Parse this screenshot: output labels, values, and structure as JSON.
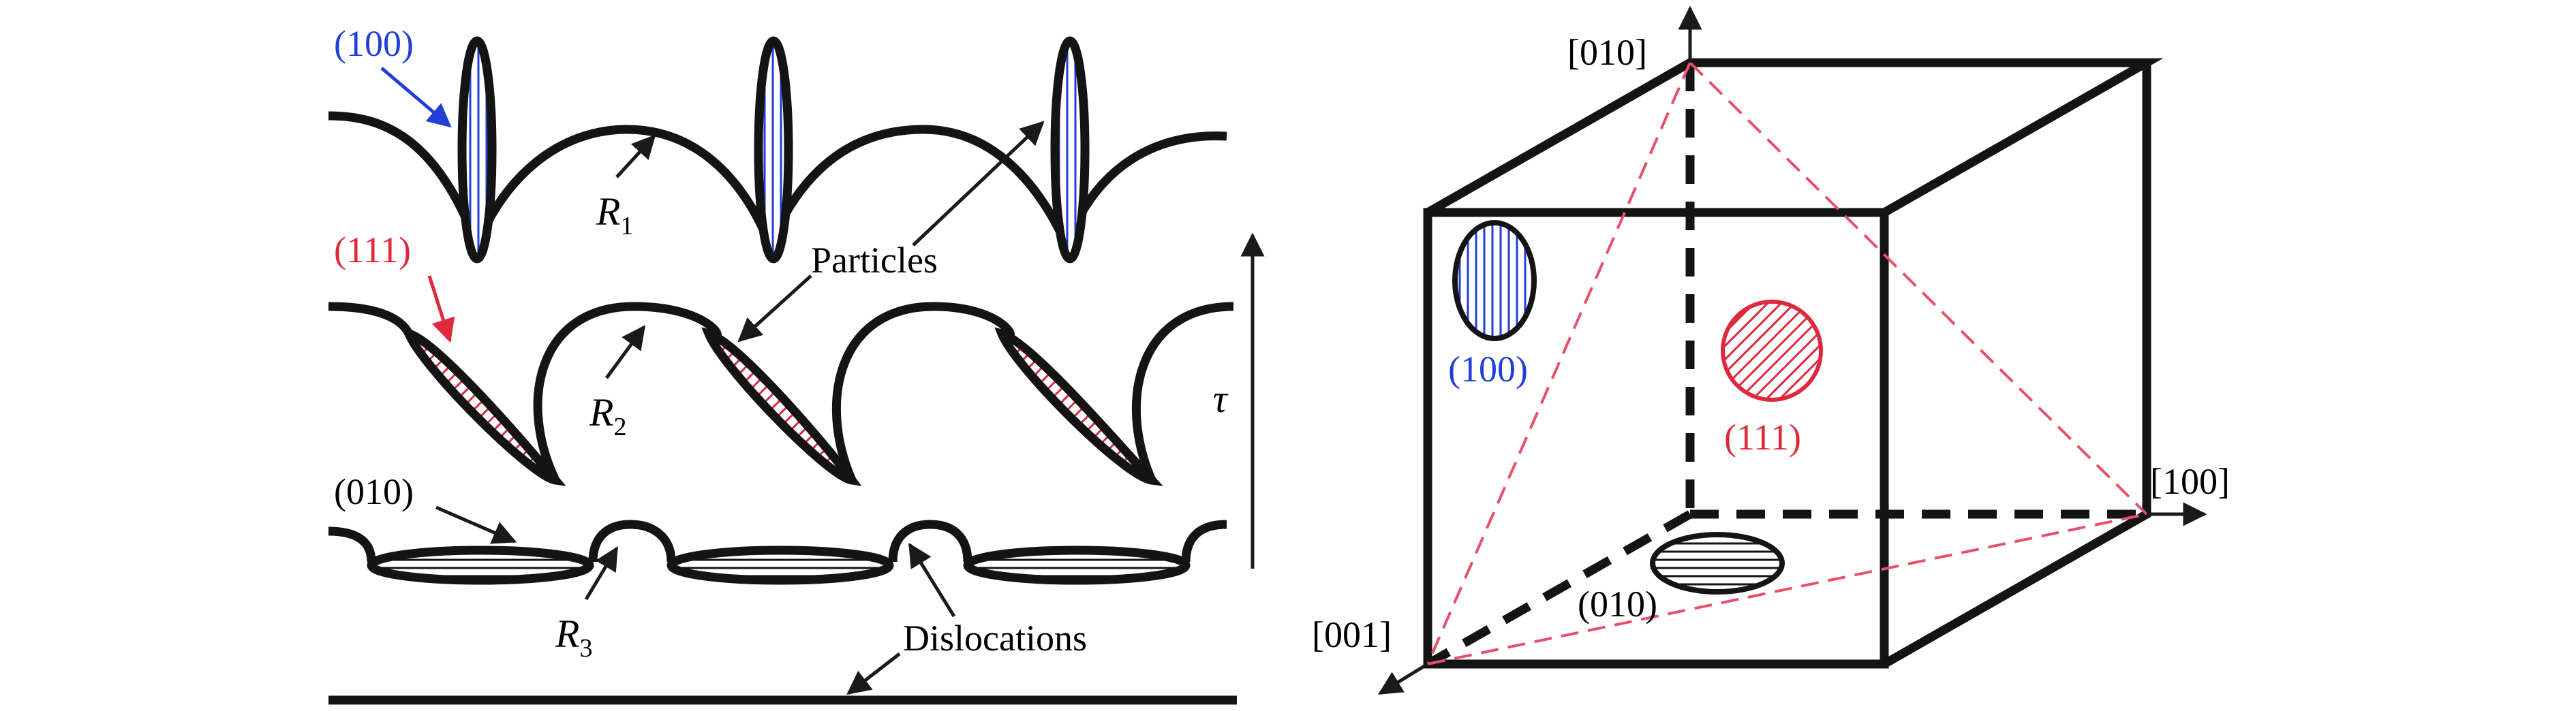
{
  "colors": {
    "line": "#141414",
    "blue": "#1f3fd6",
    "red": "#e0283c",
    "dashed_red": "#e8506a",
    "arrow": "#1a1a1a"
  },
  "left_panel": {
    "label_100": "(100)",
    "label_111": "(111)",
    "label_010": "(010)",
    "radius_1": "R",
    "radius_1_sub": "1",
    "radius_2": "R",
    "radius_2_sub": "2",
    "radius_3": "R",
    "radius_3_sub": "3",
    "particles": "Particles",
    "dislocations": "Dislocations",
    "tau": "τ"
  },
  "right_panel": {
    "axis_010": "[010]",
    "axis_100": "[100]",
    "axis_001": "[001]",
    "plane_100": "(100)",
    "plane_111": "(111)",
    "plane_010": "(010)"
  }
}
